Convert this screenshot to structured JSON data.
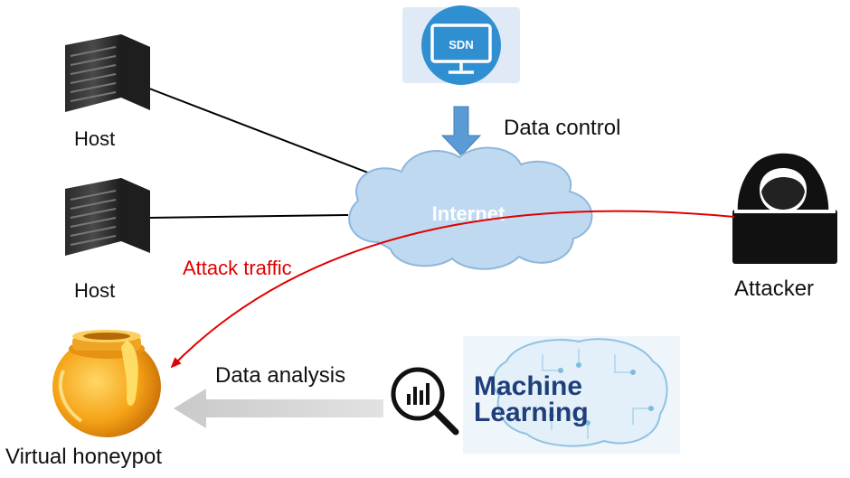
{
  "nodes": {
    "host_top": "Host",
    "host_bottom": "Host",
    "sdn": "SDN",
    "internet": "Internet",
    "attacker": "Attacker",
    "honeypot": "Virtual honeypot",
    "ml_line1": "Machine",
    "ml_line2": "Learning"
  },
  "edges": {
    "data_control": "Data control",
    "attack_traffic": "Attack traffic",
    "data_analysis": "Data analysis"
  },
  "colors": {
    "attack": "#e00000",
    "sdn_blue": "#2f8fd1",
    "arrow_blue": "#5b9bd5",
    "cloud_fill": "#bfd9f1",
    "ml_text": "#1f3f7a"
  }
}
